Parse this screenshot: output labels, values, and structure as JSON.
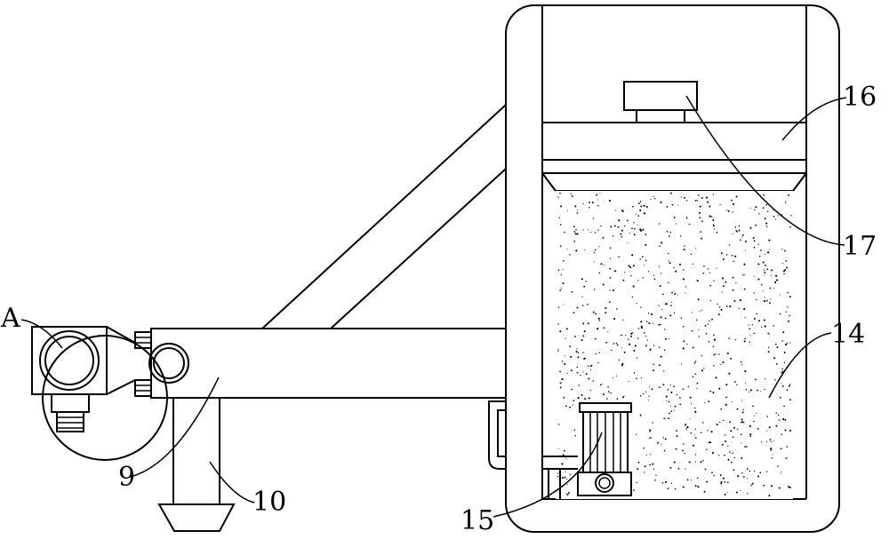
{
  "figure": {
    "labels": {
      "a": "A",
      "l9": "9",
      "l10": "10",
      "l14": "14",
      "l15": "15",
      "l16": "16",
      "l17": "17"
    }
  }
}
